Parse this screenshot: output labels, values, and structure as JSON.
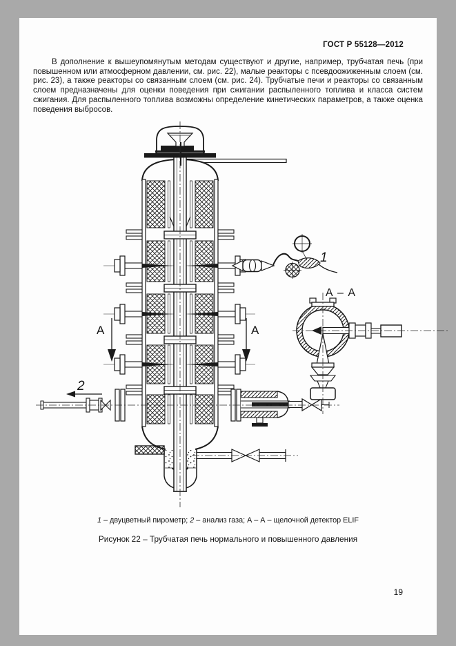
{
  "page": {
    "header": "ГОСТ Р 55128—2012",
    "page_number": "19",
    "paragraph": "В дополнение к вышеупомянутым методам существуют и другие, например, трубчатая печь (при повышенном или атмосферном давлении, см. рис. 22), малые реакторы с псевдоожиженным слоем (см. рис. 23), а также реакторы со связанным слоем (см. рис. 24). Трубчатые печи и реакторы со связанным слоем предназначены для оценки поведения при сжигании распыленного топлива и класса систем сжигания. Для распыленного топлива возможны определение кинетических параметров, а также оценка поведения выбросов."
  },
  "figure": {
    "legend": {
      "part1_num": "1",
      "part1_text": " – двуцветный пирометр; ",
      "part2_num": "2",
      "part2_text": " – анализ газа; ",
      "part3": "А – А – щелочной детектор ELIF"
    },
    "caption": "Рисунок 22 – Трубчатая печь нормального и повышенного давления",
    "labels": {
      "pyrometer": "1",
      "gas_analysis": "2",
      "section_letter_left": "А",
      "section_letter_right": "А",
      "section_view": "А – А"
    },
    "colors": {
      "ink": "#1a1a1a",
      "centerline_gray": "#8f8f8f",
      "page_bg": "#fdfdfd",
      "surround": "#a9a9a9"
    }
  }
}
